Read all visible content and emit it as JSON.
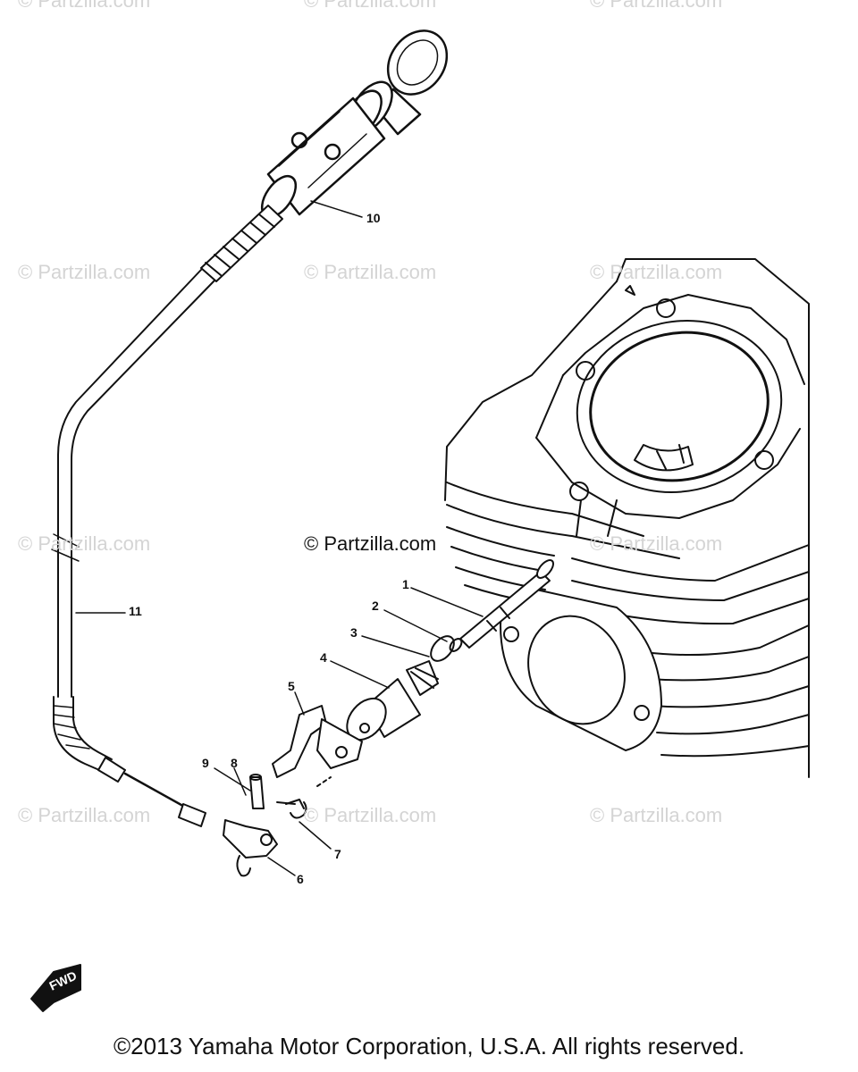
{
  "watermark": "© Partzilla.com",
  "callouts": [
    "1",
    "2",
    "3",
    "4",
    "5",
    "6",
    "7",
    "8",
    "9",
    "10",
    "11"
  ],
  "fwd_label": "FWD",
  "copyright": "©2013 Yamaha Motor Corporation, U.S.A. All rights reserved."
}
